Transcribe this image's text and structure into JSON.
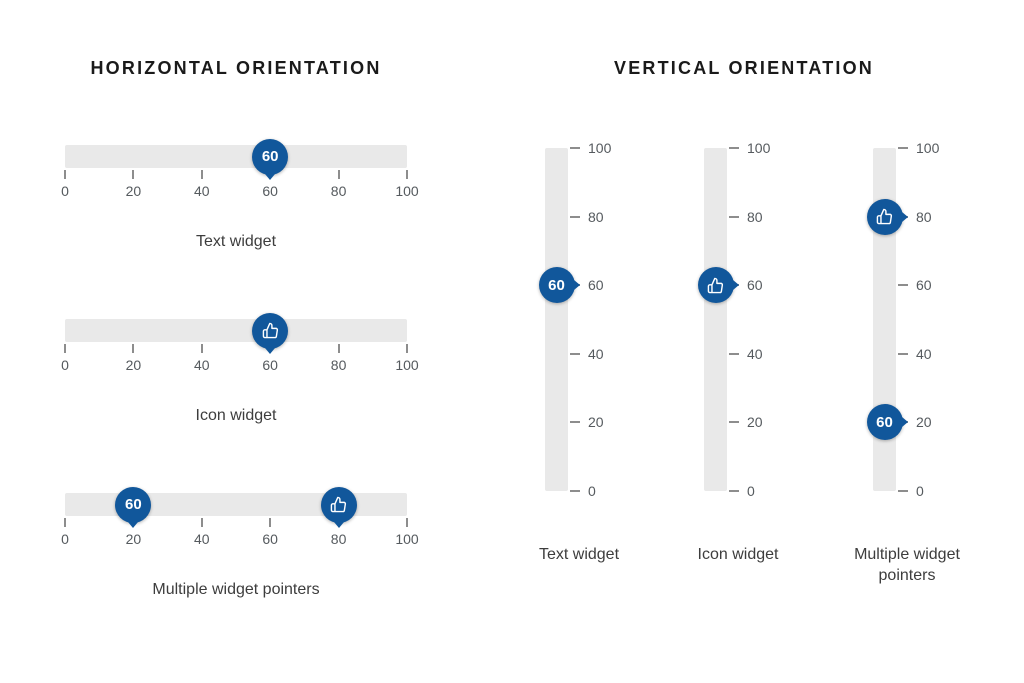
{
  "colors": {
    "pointer_blue": "#11579b",
    "track_gray": "#e9e9e9",
    "tick_gray": "#8d8d8d",
    "tick_label_gray": "#555a5e",
    "title_color": "#1a1a1a",
    "widget_label_color": "#3d3d3d",
    "pointer_text_color": "#ffffff"
  },
  "axis": {
    "min": 0,
    "max": 100,
    "interval": 20,
    "ticks": [
      "0",
      "20",
      "40",
      "60",
      "80",
      "100"
    ]
  },
  "horizontal": {
    "title": "HORIZONTAL ORIENTATION",
    "gauges": [
      {
        "label": "Text widget",
        "pointers": [
          {
            "type": "text",
            "value": 60,
            "display": "60"
          }
        ]
      },
      {
        "label": "Icon widget",
        "pointers": [
          {
            "type": "icon",
            "value": 60,
            "icon": "thumbs-up"
          }
        ]
      },
      {
        "label": "Multiple widget pointers",
        "pointers": [
          {
            "type": "text",
            "value": 20,
            "display": "60"
          },
          {
            "type": "icon",
            "value": 80,
            "icon": "thumbs-up"
          }
        ]
      }
    ]
  },
  "vertical": {
    "title": "VERTICAL ORIENTATION",
    "gauges": [
      {
        "label": "Text widget",
        "pointers": [
          {
            "type": "text",
            "value": 60,
            "display": "60"
          }
        ]
      },
      {
        "label": "Icon widget",
        "pointers": [
          {
            "type": "icon",
            "value": 60,
            "icon": "thumbs-up"
          }
        ]
      },
      {
        "label": "Multiple widget pointers",
        "pointers": [
          {
            "type": "icon",
            "value": 80,
            "icon": "thumbs-up"
          },
          {
            "type": "text",
            "value": 20,
            "display": "60"
          }
        ]
      }
    ]
  }
}
